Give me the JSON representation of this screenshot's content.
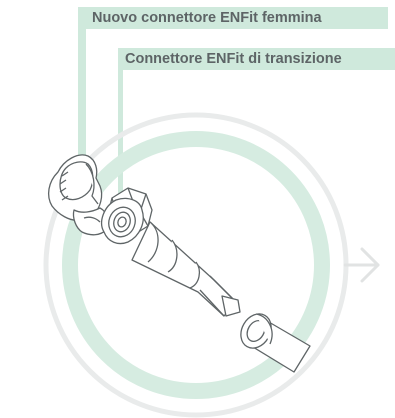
{
  "labels": {
    "female_connector": "Nuovo connettore ENFit femmina",
    "transition_connector": "Connettore ENFit di transizione"
  },
  "colors": {
    "label_bg": "#cfe9dc",
    "ring_green": "#d6ece1",
    "ring_grey": "#e9ebeb",
    "stroke": "#5f6567",
    "text": "#5d6466",
    "arrow": "#e1e3e3"
  },
  "icons": {
    "arrow": "chevron-right-arrow"
  }
}
